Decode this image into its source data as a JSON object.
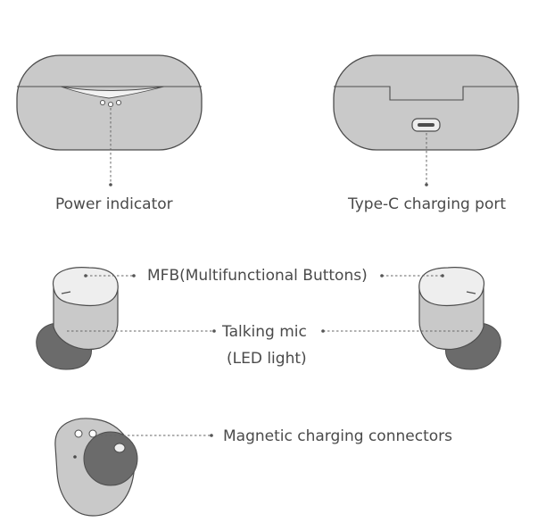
{
  "labels": {
    "power_indicator": "Power indicator",
    "type_c_port": "Type-C charging port",
    "mfb": "MFB(Multifunctional Buttons)",
    "talking_mic": "Talking mic",
    "led_light": "(LED light)",
    "magnetic_connectors": "Magnetic charging connectors"
  },
  "colors": {
    "case_fill": "#c9c9c9",
    "outline": "#4d4d4d",
    "dark_tip": "#6b6b6b",
    "label_text": "#4a4a4a"
  }
}
